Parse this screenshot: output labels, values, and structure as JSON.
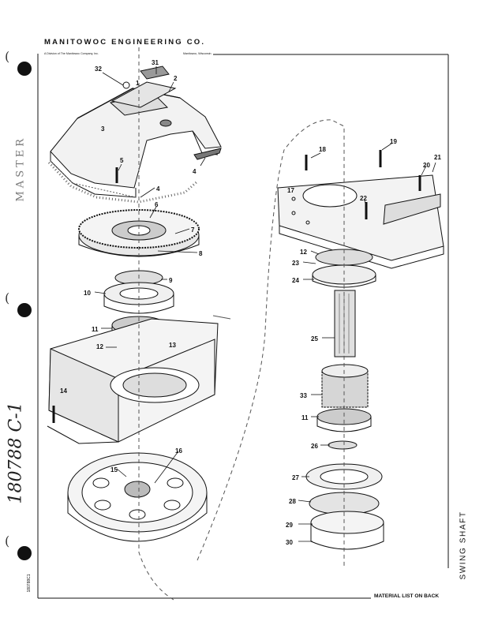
{
  "header": {
    "company": "MANITOWOC ENGINEERING CO.",
    "division": "A Division of The Manitowoc Company, Inc.",
    "location": "Manitowoc, Wisconsin"
  },
  "margin": {
    "stamp": "MASTER",
    "handwritten_number": "180788 C-1",
    "printed_code": "180788C1"
  },
  "footer": {
    "material": "MATERIAL LIST ON BACK",
    "title": "SWING SHAFT"
  },
  "callouts": {
    "n1": "1",
    "n2": "2",
    "n3": "3",
    "n4a": "4",
    "n4b": "4",
    "n5": "5",
    "n6": "6",
    "n7": "7",
    "n8": "8",
    "n9": "9",
    "n10": "10",
    "n11a": "11",
    "n11b": "11",
    "n12a": "12",
    "n12b": "12",
    "n13": "13",
    "n14": "14",
    "n15": "15",
    "n16": "16",
    "n17": "17",
    "n18": "18",
    "n19": "19",
    "n20": "20",
    "n21": "21",
    "n22": "22",
    "n23": "23",
    "n24": "24",
    "n25": "25",
    "n26": "26",
    "n27": "27",
    "n28": "28",
    "n29": "29",
    "n30": "30",
    "n31": "31",
    "n32": "32",
    "n33": "33"
  }
}
